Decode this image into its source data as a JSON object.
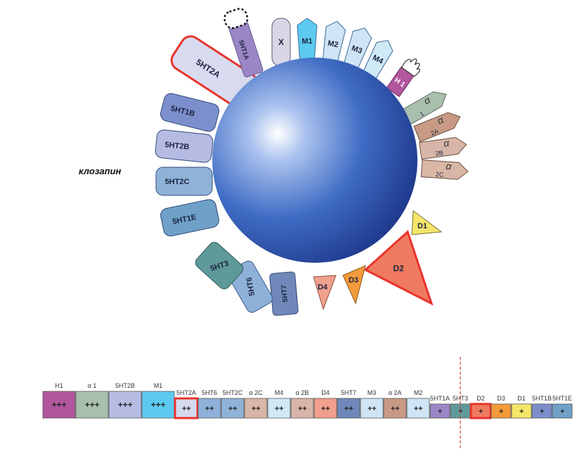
{
  "drug_name": "клозапин",
  "receptors": {
    "r_5ht2a": "5HT2A",
    "r_5ht1a": "5HT1A",
    "r_x": "X",
    "r_m1": "M1",
    "r_m2": "M2",
    "r_m3": "M3",
    "r_m4": "M4",
    "r_h1": "H 1",
    "r_a1": "1",
    "r_a2a": "2A",
    "r_a2b": "2B",
    "r_a2c": "2C",
    "r_5ht1b": "5HT1B",
    "r_5ht2b": "5HT2B",
    "r_5ht2c": "5HT2C",
    "r_5ht1e": "5HT1E",
    "r_d1": "D1",
    "r_d2": "D2",
    "r_d3": "D3",
    "r_d4": "D4",
    "r_5ht3": "5HT3",
    "r_5ht6": "5HT6",
    "r_5ht7": "5HT7"
  },
  "alpha_symbol": "α",
  "binding_table": [
    {
      "label": "H1",
      "value": "+++",
      "color": "#b2569e"
    },
    {
      "label": "1",
      "alpha": true,
      "value": "+++",
      "color": "#a9bfae"
    },
    {
      "label": "5HT2B",
      "value": "+++",
      "color": "#b6bbe3"
    },
    {
      "label": "M1",
      "value": "+++",
      "color": "#5ccaf0"
    },
    {
      "label": "5HT2A",
      "value": "++",
      "color": "#d6d9ee",
      "highlight": true
    },
    {
      "label": "5HT6",
      "value": "++",
      "color": "#8fb1d9"
    },
    {
      "label": "5HT2C",
      "value": "++",
      "color": "#8fb3d8"
    },
    {
      "label": "2C",
      "alpha": true,
      "value": "++",
      "color": "#d9b7a6"
    },
    {
      "label": "M4",
      "value": "++",
      "color": "#cfe9f6"
    },
    {
      "label": "2B",
      "alpha": true,
      "value": "++",
      "color": "#d7b5a8"
    },
    {
      "label": "D4",
      "value": "++",
      "color": "#f0a08c"
    },
    {
      "label": "5HT7",
      "value": "++",
      "color": "#6f88b9"
    },
    {
      "label": "M3",
      "value": "++",
      "color": "#cfe4f5"
    },
    {
      "label": "2A",
      "alpha": true,
      "value": "++",
      "color": "#c89a86"
    },
    {
      "label": "M2",
      "value": "++",
      "color": "#cfe4f5"
    },
    {
      "label": "5HT1A",
      "value": "+",
      "color": "#9a86c4"
    },
    {
      "label": "5HT3",
      "value": "+",
      "color": "#5f9a9a"
    },
    {
      "label": "D2",
      "value": "+",
      "color": "#f07a60",
      "highlight": true
    },
    {
      "label": "D3",
      "value": "+",
      "color": "#f39a3a"
    },
    {
      "label": "D1",
      "value": "+",
      "color": "#f5e66a"
    },
    {
      "label": "5HT1B",
      "value": "+",
      "color": "#7c8fcc"
    },
    {
      "label": "5HT1E",
      "value": "+",
      "color": "#6fa0c8"
    }
  ],
  "colors": {
    "highlight": "#e8342c",
    "sphere_light": "#ffffff",
    "sphere_mid": "#4a78c8",
    "sphere_dark": "#1d3a8a"
  }
}
